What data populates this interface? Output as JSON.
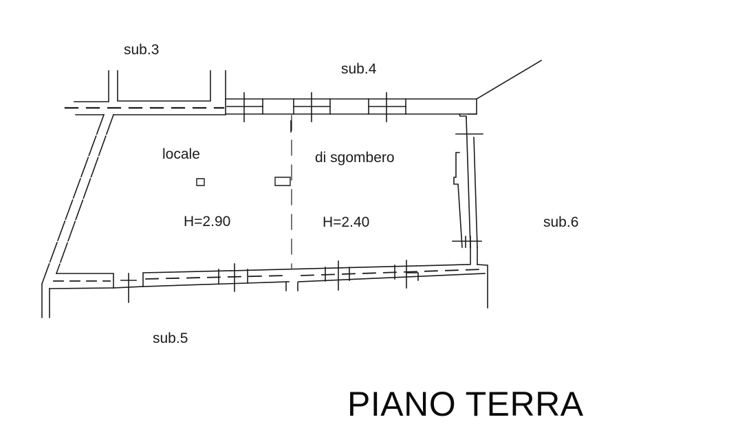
{
  "drawing": {
    "title": "PIANO TERRA",
    "type": "floor plan",
    "line_color": "#1a1a1a",
    "background": "#ffffff"
  },
  "neighbors": {
    "sub3": "sub.3",
    "sub4": "sub.4",
    "sub5": "sub.5",
    "sub6": "sub.6"
  },
  "rooms": [
    {
      "name": "locale",
      "height_label": "H=2.90"
    },
    {
      "name": "di sgombero",
      "height_label": "H=2.40"
    }
  ]
}
